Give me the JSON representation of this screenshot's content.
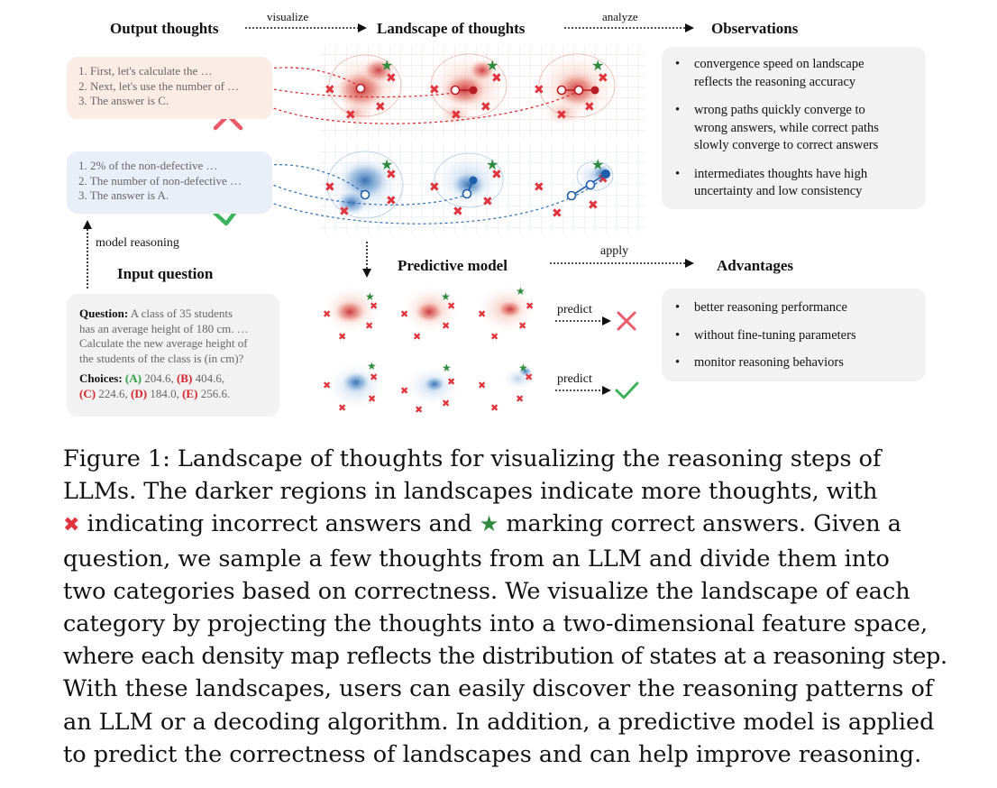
{
  "header": {
    "output_thoughts": "Output thoughts",
    "visualize": "visualize",
    "landscape": "Landscape of thoughts",
    "analyze": "analyze",
    "observations": "Observations",
    "model_reasoning": "model reasoning",
    "input_question": "Input question",
    "predictive_model": "Predictive model",
    "apply": "apply",
    "advantages": "Advantages",
    "predict_top": "predict",
    "predict_bottom": "predict"
  },
  "wrong_thoughts": [
    "1. First, let's calculate the …",
    "2. Next, let's use the number of …",
    "3. The answer is C."
  ],
  "right_thoughts": [
    "1. 2% of the non-defective …",
    "2. The number of non-defective …",
    "3. The answer is A."
  ],
  "observations": [
    "convergence speed on landscape",
    "reflects the reasoning accuracy",
    "wrong paths quickly converge to",
    "wrong answers, while correct paths",
    "slowly converge to correct answers",
    "intermediates thoughts have high",
    "uncertainty and low consistency"
  ],
  "advantages": [
    "better reasoning performance",
    "without fine-tuning parameters",
    "monitor reasoning behaviors"
  ],
  "question": {
    "label": "Question:",
    "lines": [
      "A class of 35 students",
      "has an average height of 180 cm. …",
      "Calculate the new average height of",
      "the students of the class is (in cm)?"
    ],
    "choices_label": "Choices:",
    "choices": [
      {
        "key": "(A)",
        "value": "204.6,"
      },
      {
        "key": "(B)",
        "value": "404.6,"
      },
      {
        "key": "(C)",
        "value": "224.6,"
      },
      {
        "key": "(D)",
        "value": "184.0,"
      },
      {
        "key": "(E)",
        "value": "256.6."
      }
    ]
  },
  "caption": [
    "Figure 1: Landscape of thoughts for visualizing the reasoning steps of",
    "LLMs. The darker regions in landscapes indicate more thoughts, with",
    "indicating incorrect answers and",
    "marking correct answers. Given a",
    "question, we sample a few thoughts from an LLM and divide them into",
    "two categories based on correctness. We visualize the landscape of each",
    "category by projecting the thoughts into a two-dimensional feature space,",
    "where each density map reflects the distribution of states at a reasoning step.",
    "With these landscapes, users can easily discover the reasoning patterns of",
    "an LLM or a decoding algorithm. In addition, a predictive model is applied",
    "to predict the correctness of landscapes and can help improve reasoning."
  ],
  "colors": {
    "wrong": "#d8232a",
    "right": "#2f6fb5",
    "star": "#2e8b3e",
    "check": "#3bb35a"
  }
}
